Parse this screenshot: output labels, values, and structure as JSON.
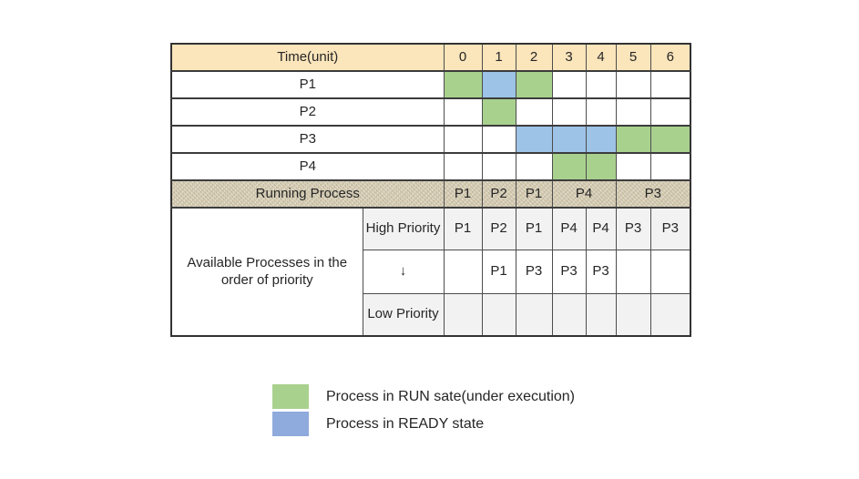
{
  "table": {
    "header": {
      "label": "Time(unit)",
      "ticks": [
        "0",
        "1",
        "2",
        "3",
        "4",
        "5",
        "6"
      ]
    },
    "process_rows": [
      {
        "label": "P1",
        "states": [
          "run",
          "ready",
          "run",
          "",
          "",
          "",
          ""
        ]
      },
      {
        "label": "P2",
        "states": [
          "",
          "run",
          "",
          "",
          "",
          "",
          ""
        ]
      },
      {
        "label": "P3",
        "states": [
          "",
          "",
          "ready",
          "ready",
          "ready",
          "run",
          "run"
        ]
      },
      {
        "label": "P4",
        "states": [
          "",
          "",
          "",
          "run",
          "run",
          "",
          ""
        ]
      }
    ],
    "running": {
      "label": "Running Process",
      "cells": [
        {
          "text": "P1",
          "span": 1
        },
        {
          "text": "P2",
          "span": 1
        },
        {
          "text": "P1",
          "span": 1
        },
        {
          "text": "P4",
          "span": 2
        },
        {
          "text": "P3",
          "span": 2
        }
      ]
    },
    "available": {
      "label": "Available Processes in the order of priority",
      "high": {
        "label": "High Priority",
        "cells": [
          "P1",
          "P2",
          "P1",
          "P4",
          "P4",
          "P3",
          "P3"
        ]
      },
      "mid": {
        "label": "↓",
        "cells": [
          "",
          "P1",
          "P3",
          "P3",
          "P3",
          "",
          ""
        ]
      },
      "low": {
        "label": "Low Priority",
        "cells": [
          "",
          "",
          "",
          "",
          "",
          "",
          ""
        ]
      }
    }
  },
  "legend": [
    {
      "swatch": "run",
      "label": "Process in RUN sate(under execution)"
    },
    {
      "swatch": "ready",
      "label": "Process in READY state"
    }
  ],
  "colors": {
    "header_fill": "#FBE5BB",
    "run_fill": "#A9D18E",
    "ready_fill": "#9DC3E6",
    "legend_ready_fill": "#8FAADC",
    "running_row_fill": "#DCD3BA",
    "priority_shade_fill": "#F2F2F2"
  }
}
